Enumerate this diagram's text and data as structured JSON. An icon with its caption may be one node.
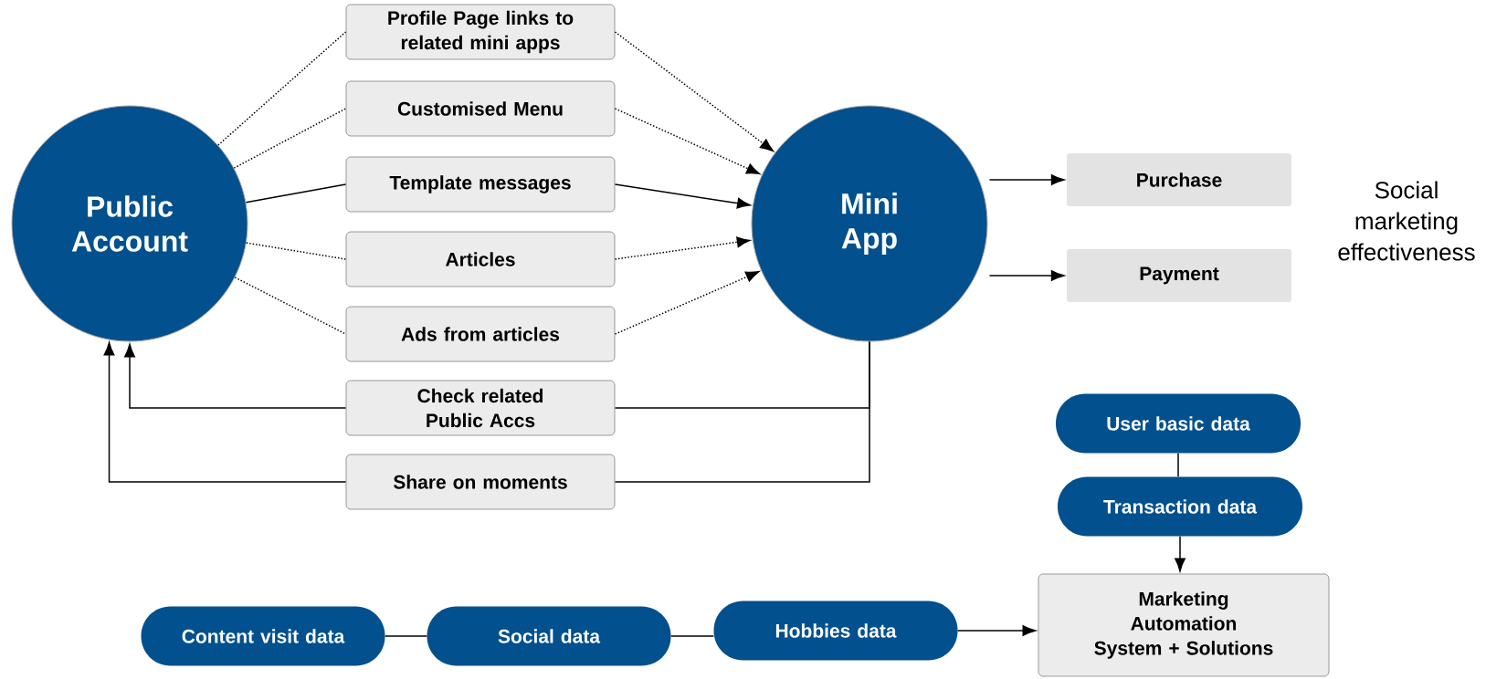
{
  "diagram": {
    "nodes": [
      {
        "text": [
          "Public Account"
        ]
      },
      {
        "text": [
          "Profile Page links to related mini apps"
        ]
      },
      {
        "text": [
          "Customised Menu"
        ]
      },
      {
        "text": [
          "Template messages"
        ]
      },
      {
        "text": [
          "Articles"
        ]
      },
      {
        "text": [
          "Ads from articles"
        ]
      },
      {
        "text": [
          "Check related Public Accs"
        ]
      },
      {
        "text": [
          "Share on moments"
        ]
      },
      {
        "text": [
          "Mini App"
        ]
      },
      {
        "text": [
          "Purchase"
        ]
      },
      {
        "text": [
          "Payment"
        ]
      },
      {
        "text": [
          "User basic data"
        ]
      },
      {
        "text": [
          "Transaction data"
        ]
      },
      {
        "text": [
          "Marketing Automation System + Solutions"
        ]
      },
      {
        "text": [
          "Content visit data"
        ]
      },
      {
        "text": [
          "Social data"
        ]
      },
      {
        "text": [
          "Hobbies data"
        ]
      }
    ],
    "edges": [
      {
        "from": 0,
        "to": 1,
        "arrow": "none",
        "style": "dashed"
      },
      {
        "from": 1,
        "to": 8,
        "arrow": "to",
        "style": "dashed"
      },
      {
        "from": 0,
        "to": 2,
        "arrow": "none",
        "style": "dashed"
      },
      {
        "from": 2,
        "to": 8,
        "arrow": "to",
        "style": "dashed"
      },
      {
        "from": 0,
        "to": 3,
        "arrow": "none"
      },
      {
        "from": 3,
        "to": 8,
        "arrow": "to"
      },
      {
        "from": 0,
        "to": 4,
        "arrow": "none",
        "style": "dashed"
      },
      {
        "from": 4,
        "to": 8,
        "arrow": "to",
        "style": "dashed"
      },
      {
        "from": 0,
        "to": 5,
        "arrow": "none",
        "style": "dashed"
      },
      {
        "from": 5,
        "to": 8,
        "arrow": "to",
        "style": "dashed"
      },
      {
        "from": 8,
        "to": 6,
        "arrow": "none"
      },
      {
        "from": 6,
        "to": 0,
        "arrow": "to"
      },
      {
        "from": 8,
        "to": 7,
        "arrow": "none"
      },
      {
        "from": 7,
        "to": 0,
        "arrow": "to"
      },
      {
        "from": 8,
        "to": 9,
        "arrow": "to"
      },
      {
        "from": 8,
        "to": 10,
        "arrow": "to"
      },
      {
        "from": 11,
        "to": 12,
        "arrow": "none"
      },
      {
        "from": 12,
        "to": 13,
        "arrow": "to"
      },
      {
        "from": 14,
        "to": 15,
        "arrow": "none"
      },
      {
        "from": 15,
        "to": 16,
        "arrow": "none"
      },
      {
        "from": 16,
        "to": 13,
        "arrow": "to"
      }
    ],
    "labels": [
      "Social marketing effectiveness"
    ]
  }
}
